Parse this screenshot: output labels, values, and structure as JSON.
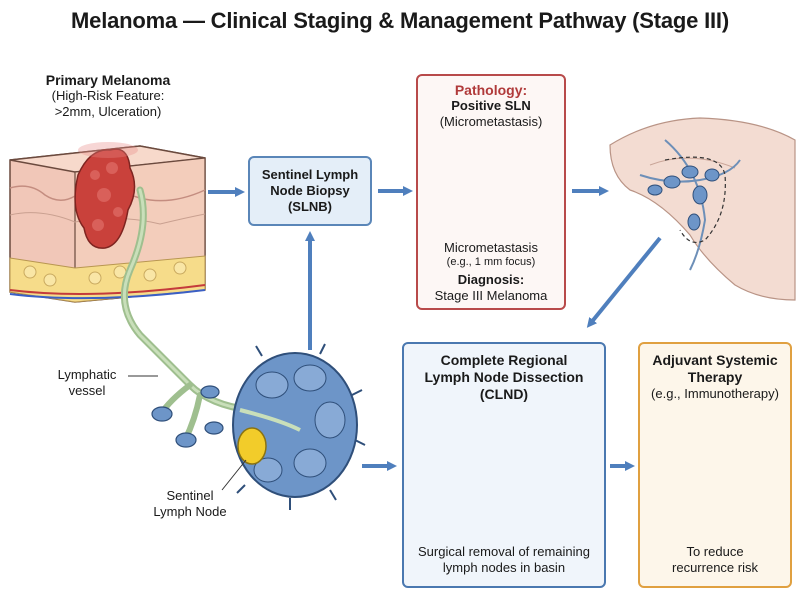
{
  "title": "Melanoma — Clinical Staging & Management Pathway (Stage III)",
  "primary": {
    "heading": "Primary Melanoma",
    "line1": "(High-Risk Feature:",
    "line2": ">2mm, Ulceration)"
  },
  "lymph_vessel": {
    "line1": "Lymphatic",
    "line2": "vessel"
  },
  "sentinel_node": {
    "line1": "Sentinel",
    "line2": "Lymph Node"
  },
  "slnb": {
    "line1": "Sentinel Lymph",
    "line2": "Node Biopsy",
    "line3": "(SLNB)"
  },
  "pathology": {
    "heading": "Pathology:",
    "subheading": "Positive SLN",
    "detail": "(Micrometastasis)",
    "micro_label": "Micrometastasis",
    "micro_example": "(e.g., 1 mm focus)",
    "diagnosis_heading": "Diagnosis:",
    "diagnosis_value": "Stage III Melanoma"
  },
  "clnd": {
    "line1": "Complete Regional",
    "line2": "Lymph Node Dissection",
    "line3": "(CLND)",
    "desc1": "Surgical removal of remaining",
    "desc2": "lymph nodes in basin"
  },
  "adjuvant": {
    "line1": "Adjuvant Systemic",
    "line2": "Therapy",
    "line3": "(e.g., Immunotherapy)",
    "desc1": "To reduce",
    "desc2": "recurrence risk"
  },
  "colors": {
    "arrow": "#4f7fbd",
    "pathology_heading": "#b03a3a",
    "slnb_border": "#5a86b8",
    "adjuvant_border": "#e0a040",
    "node_fill": "#6d95c8",
    "tumor": "#c9413b"
  }
}
